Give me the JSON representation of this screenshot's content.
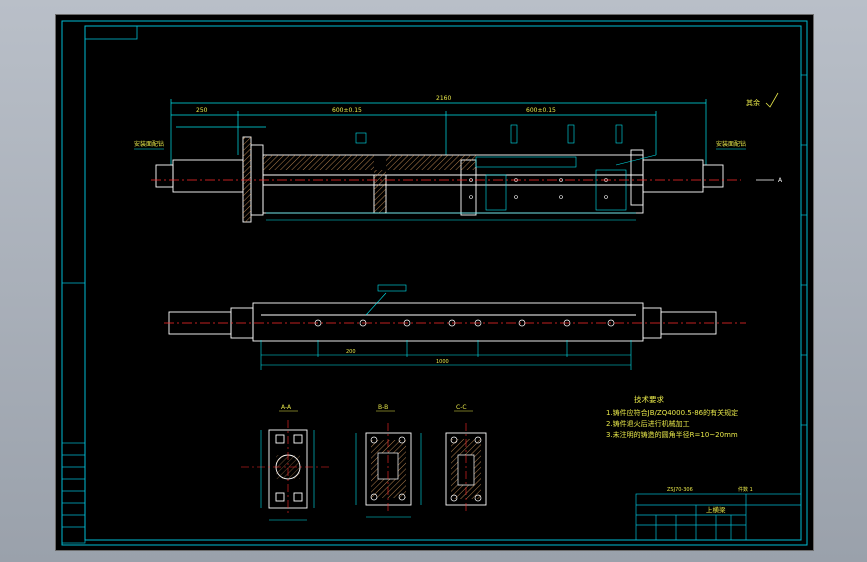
{
  "drawing": {
    "tech_requirements": {
      "heading": "技术要求",
      "items": [
        "1.铸件应符合JB/ZQ4000.5-86的有关规定",
        "2.铸件退火后进行机械加工",
        "3.未注明的铸造的圆角半径R=10~20mm"
      ]
    },
    "title_block": {
      "name": "上横梁",
      "code": "ZSJ70-306",
      "count": "件数 1"
    },
    "section_labels": {
      "a": "A-A",
      "b": "B-B",
      "c": "C-C"
    },
    "dimensions": {
      "overall": "2160",
      "left": "250",
      "span1": "600±0.15",
      "span2": "600±0.15",
      "pitch_b": "200",
      "total_b": "1000"
    },
    "notes": {
      "finish": "其余",
      "left_label": "安装面配钻",
      "right_label": "安装面配钻",
      "section_marker": "A"
    },
    "colors": {
      "background": "#000000",
      "outline": "#ffffff",
      "dimension": "#00e5ee",
      "centerline": "#ff2a2a",
      "hatch": "#e0a060",
      "frame": "#00bcd4"
    }
  }
}
